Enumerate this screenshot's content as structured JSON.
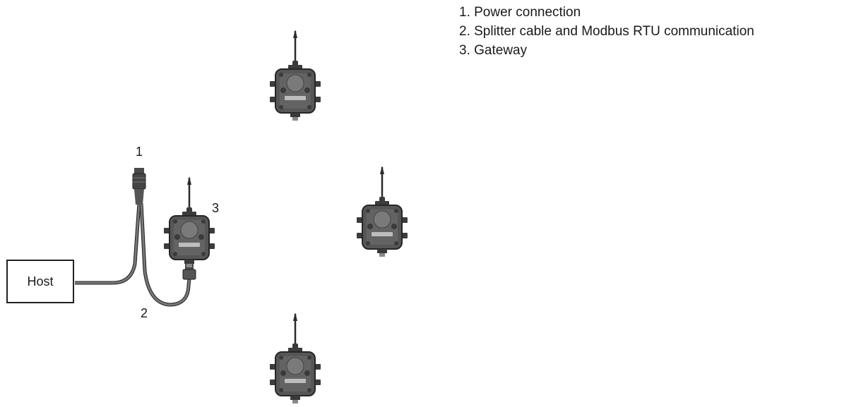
{
  "legend": {
    "items": [
      "1. Power connection",
      "2. Splitter cable and Modbus RTU communication",
      "3. Gateway"
    ]
  },
  "callouts": {
    "power": "1",
    "splitter": "2",
    "gateway": "3"
  },
  "host": {
    "label": "Host"
  },
  "colors": {
    "device_body": "#555555",
    "cable": "#6f6f6f",
    "outline": "#222222"
  }
}
